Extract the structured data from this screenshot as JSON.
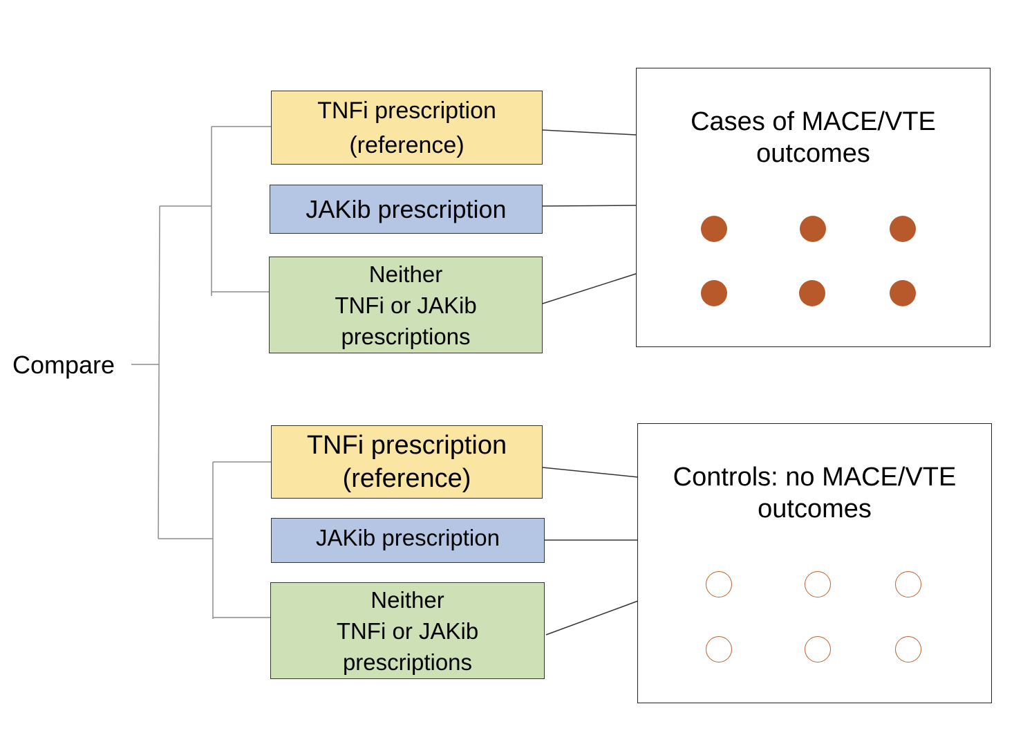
{
  "compare_label": "Compare",
  "top": {
    "tnfi": {
      "line1": "TNFi prescription",
      "line2": "(reference)"
    },
    "jakib": {
      "line1": "JAKib prescription"
    },
    "neither": {
      "line1": "Neither",
      "line2": "TNFi or JAKib",
      "line3": "prescriptions"
    },
    "group": {
      "title1": "Cases of MACE/VTE",
      "title2": "outcomes"
    }
  },
  "bottom": {
    "tnfi": {
      "line1": "TNFi prescription",
      "line2": "(reference)"
    },
    "jakib": {
      "line1": "JAKib prescription"
    },
    "neither": {
      "line1": "Neither",
      "line2": "TNFi or JAKib",
      "line3": "prescriptions"
    },
    "group": {
      "title1": "Controls: no MACE/VTE",
      "title2": "outcomes"
    }
  },
  "colors": {
    "tnfi_box": "#fbe5a3",
    "jakib_box": "#b4c6e4",
    "neither_box": "#cde0b6",
    "case_dot": "#b8592b",
    "control_dot_outline": "#c0622e"
  }
}
